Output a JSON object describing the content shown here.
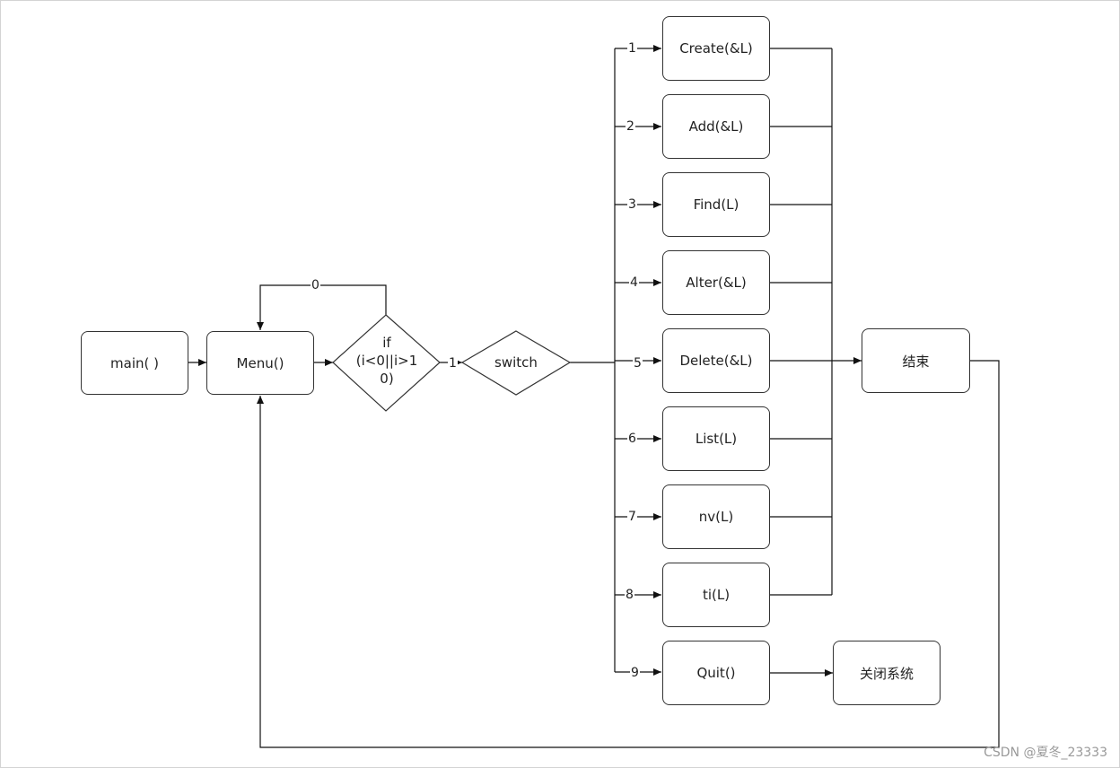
{
  "diagram": {
    "main": "main( )",
    "menu": "Menu()",
    "if_cond": [
      "if",
      "(i<0||i>1",
      "0)"
    ],
    "switch": "switch",
    "end": "结束",
    "close": "关闭系统",
    "loop_label": "0",
    "yes_label": "1",
    "cases": [
      {
        "num": "1",
        "label": "Create(&L)"
      },
      {
        "num": "2",
        "label": "Add(&L)"
      },
      {
        "num": "3",
        "label": "Find(L)"
      },
      {
        "num": "4",
        "label": "Alter(&L)"
      },
      {
        "num": "5",
        "label": "Delete(&L)"
      },
      {
        "num": "6",
        "label": "List(L)"
      },
      {
        "num": "7",
        "label": "nv(L)"
      },
      {
        "num": "8",
        "label": "ti(L)"
      },
      {
        "num": "9",
        "label": "Quit()"
      }
    ]
  },
  "watermark": "CSDN @夏冬_23333"
}
